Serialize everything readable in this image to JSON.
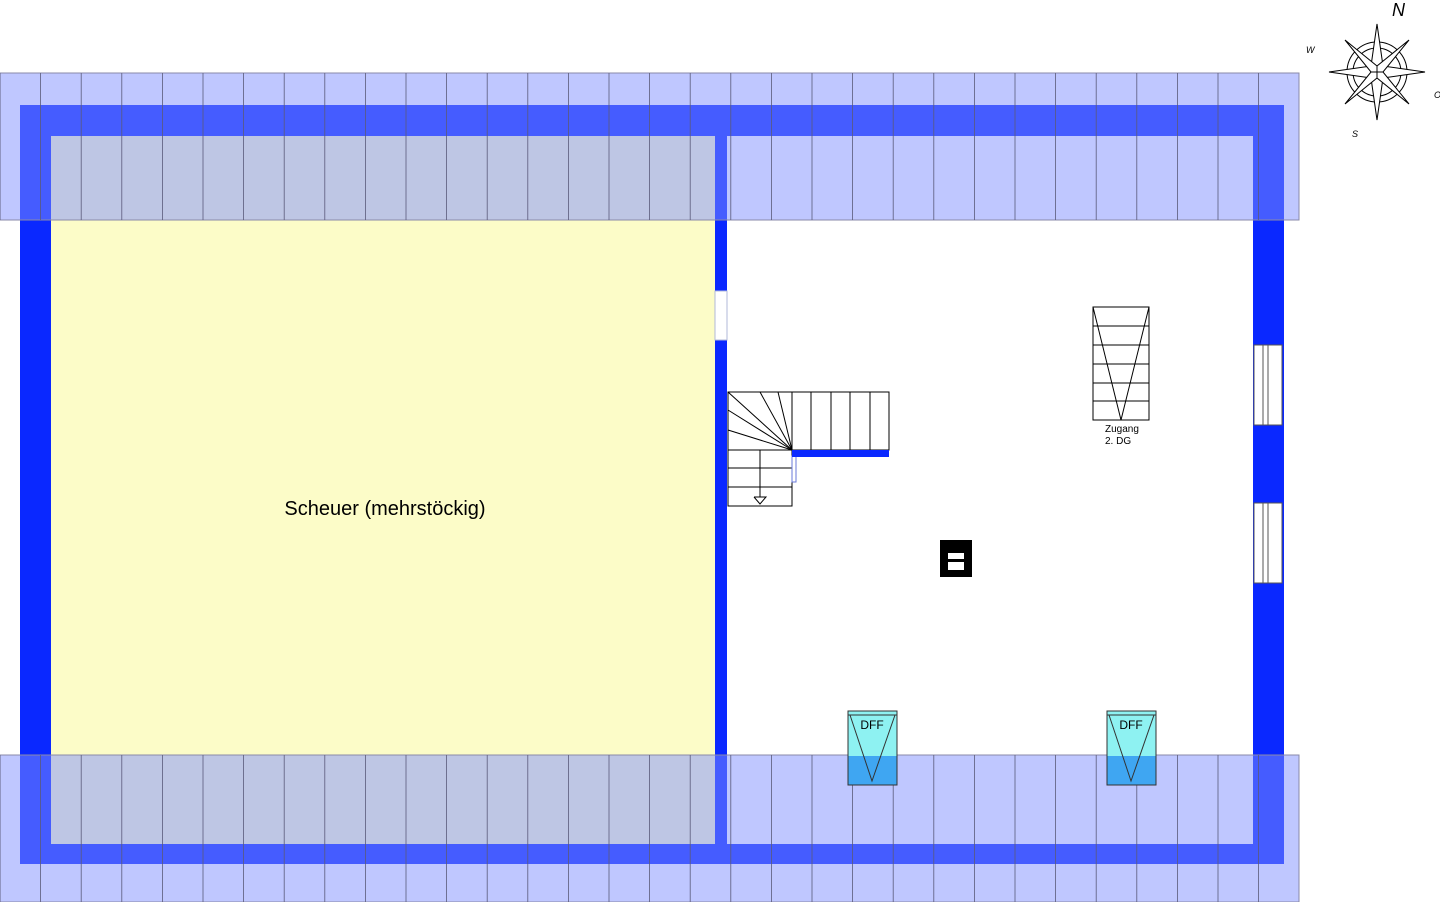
{
  "rooms": {
    "barn_label": "Scheuer (mehrstöckig)"
  },
  "stairs": {
    "access_line1": "Zugang",
    "access_line2": "2. DG"
  },
  "skylights": [
    {
      "label": "DFF"
    },
    {
      "label": "DFF"
    }
  ],
  "compass": {
    "north": "N",
    "west": "W",
    "south": "S",
    "east": "O"
  },
  "colors": {
    "wall": "#0a28ff",
    "roof": "#8090ff",
    "roof_overlap": "#8095e6",
    "barn_fill": "#fcfcc8",
    "skylight": "#8ef2f2",
    "skylight_overlap": "#3fa6f2"
  }
}
